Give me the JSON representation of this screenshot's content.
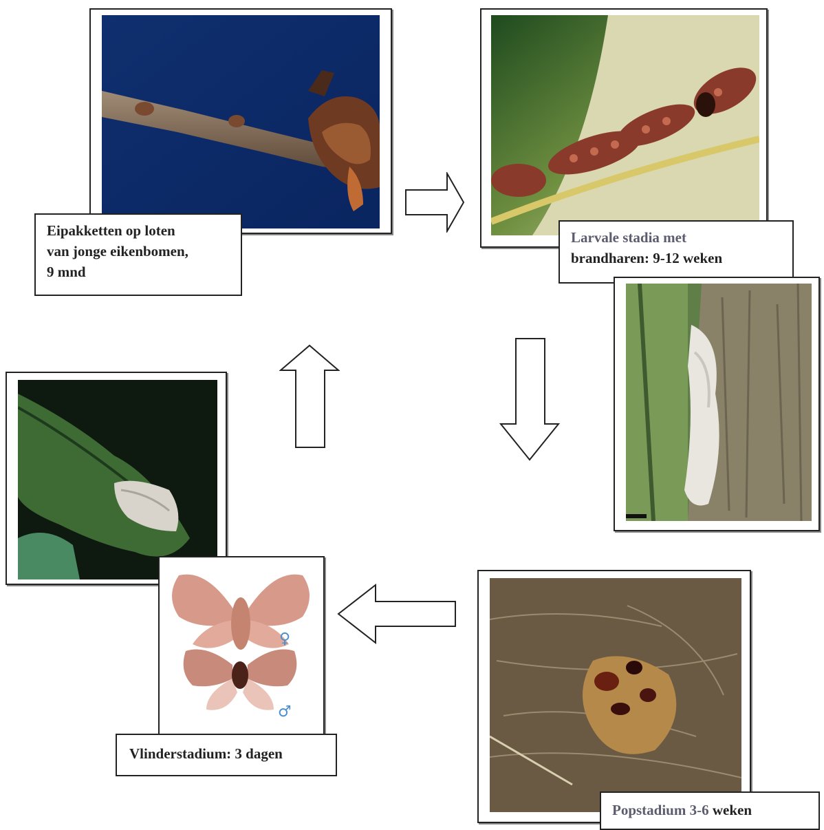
{
  "stages": {
    "eggs": {
      "label_lines": [
        "Eipakketten op loten",
        "van jonge eikenbomen,",
        "9 mnd"
      ]
    },
    "larvae": {
      "label_line1": "Larvale stadia met",
      "label_line2": "brandharen: 9-12 weken"
    },
    "pupa": {
      "label_part1": "Popstadium 3-6",
      "label_part2": "weken"
    },
    "moth": {
      "label": "Vlinderstadium: 3 dagen",
      "female_symbol": "♀",
      "male_symbol": "♂"
    }
  },
  "icons": {
    "arrows": [
      "arrow-right-icon",
      "arrow-down-icon",
      "arrow-left-icon",
      "arrow-up-icon"
    ]
  },
  "colors": {
    "label_border": "#222222",
    "muted_text": "#5c5c6e",
    "sex_symbol": "#4a8fd0"
  }
}
